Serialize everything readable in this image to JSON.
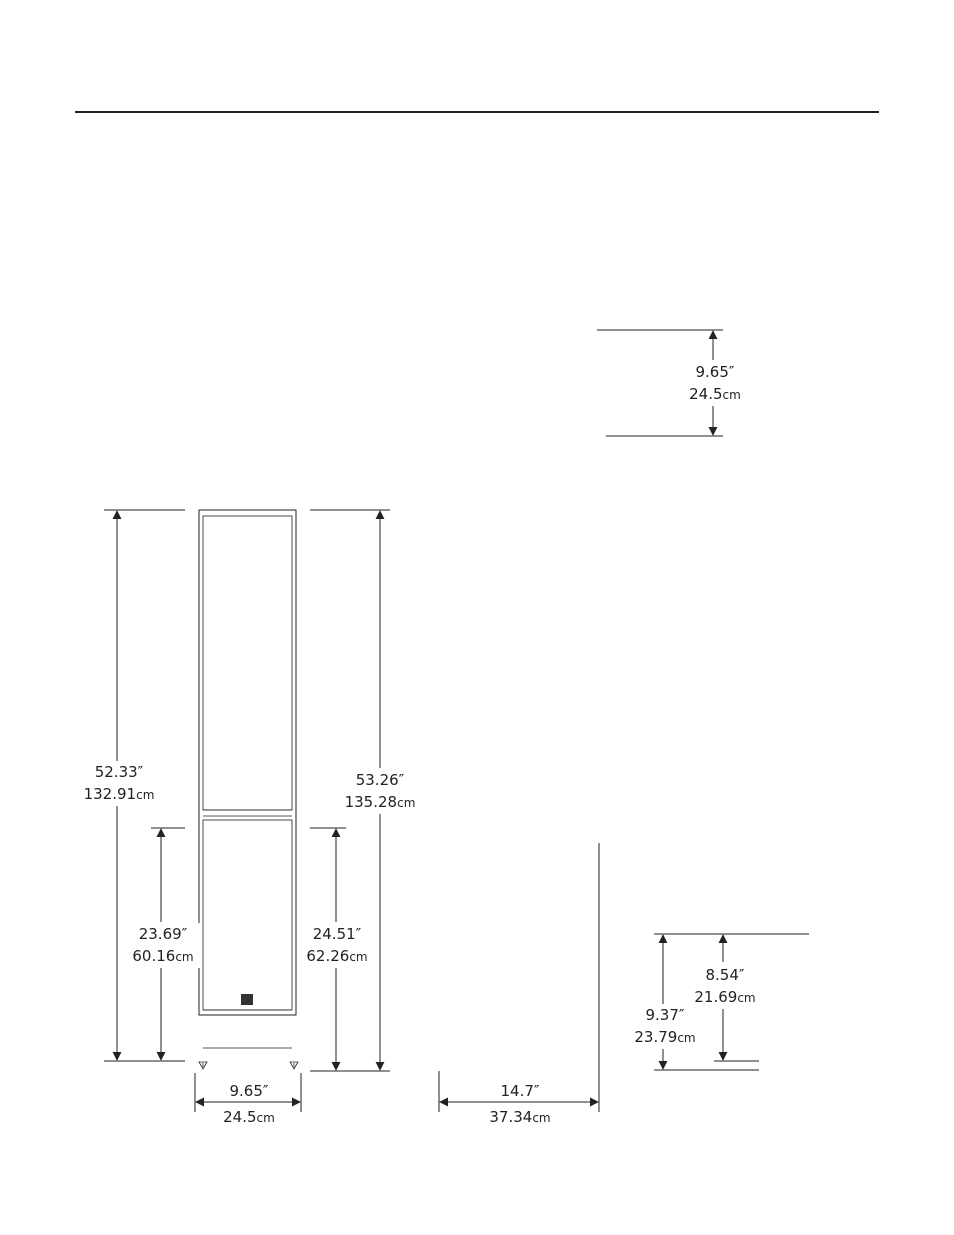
{
  "dimensions": {
    "top_depth": {
      "inches": "9.65″",
      "value": "24.5",
      "unit": "cm"
    },
    "overall_height_left": {
      "inches": "52.33″",
      "value": "132.91",
      "unit": "cm"
    },
    "overall_height_right": {
      "inches": "53.26″",
      "value": "135.28",
      "unit": "cm"
    },
    "lower_height_left": {
      "inches": "23.69″",
      "value": "60.16",
      "unit": "cm"
    },
    "lower_height_right": {
      "inches": "24.51″",
      "value": "62.26",
      "unit": "cm"
    },
    "width": {
      "inches": "9.65″",
      "value": "24.5",
      "unit": "cm"
    },
    "depth": {
      "inches": "14.7″",
      "value": "37.34",
      "unit": "cm"
    },
    "base_height_a": {
      "inches": "8.54″",
      "value": "21.69",
      "unit": "cm"
    },
    "base_height_b": {
      "inches": "9.37″",
      "value": "23.79",
      "unit": "cm"
    }
  }
}
